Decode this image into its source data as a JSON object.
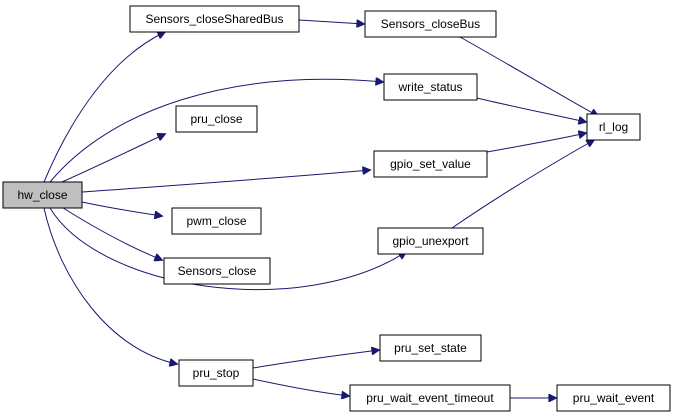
{
  "graph": {
    "edge_color": "#191970",
    "root_fill": "#bfbfbf",
    "nodes": {
      "hw_close": "hw_close",
      "sensors_closesharedbus": "Sensors_closeSharedBus",
      "sensors_closebus": "Sensors_closeBus",
      "write_status": "write_status",
      "pru_close": "pru_close",
      "rl_log": "rl_log",
      "gpio_set_value": "gpio_set_value",
      "pwm_close": "pwm_close",
      "gpio_unexport": "gpio_unexport",
      "sensors_close": "Sensors_close",
      "pru_set_state": "pru_set_state",
      "pru_stop": "pru_stop",
      "pru_wait_event_timeout": "pru_wait_event_timeout",
      "pru_wait_event": "pru_wait_event"
    },
    "edges": [
      [
        "hw_close",
        "sensors_closesharedbus"
      ],
      [
        "hw_close",
        "write_status"
      ],
      [
        "hw_close",
        "pru_close"
      ],
      [
        "hw_close",
        "gpio_set_value"
      ],
      [
        "hw_close",
        "pwm_close"
      ],
      [
        "hw_close",
        "sensors_close"
      ],
      [
        "hw_close",
        "gpio_unexport"
      ],
      [
        "hw_close",
        "pru_stop"
      ],
      [
        "sensors_closesharedbus",
        "sensors_closebus"
      ],
      [
        "sensors_closebus",
        "rl_log"
      ],
      [
        "write_status",
        "rl_log"
      ],
      [
        "gpio_set_value",
        "rl_log"
      ],
      [
        "gpio_unexport",
        "rl_log"
      ],
      [
        "pru_stop",
        "pru_set_state"
      ],
      [
        "pru_stop",
        "pru_wait_event_timeout"
      ],
      [
        "pru_wait_event_timeout",
        "pru_wait_event"
      ]
    ]
  }
}
